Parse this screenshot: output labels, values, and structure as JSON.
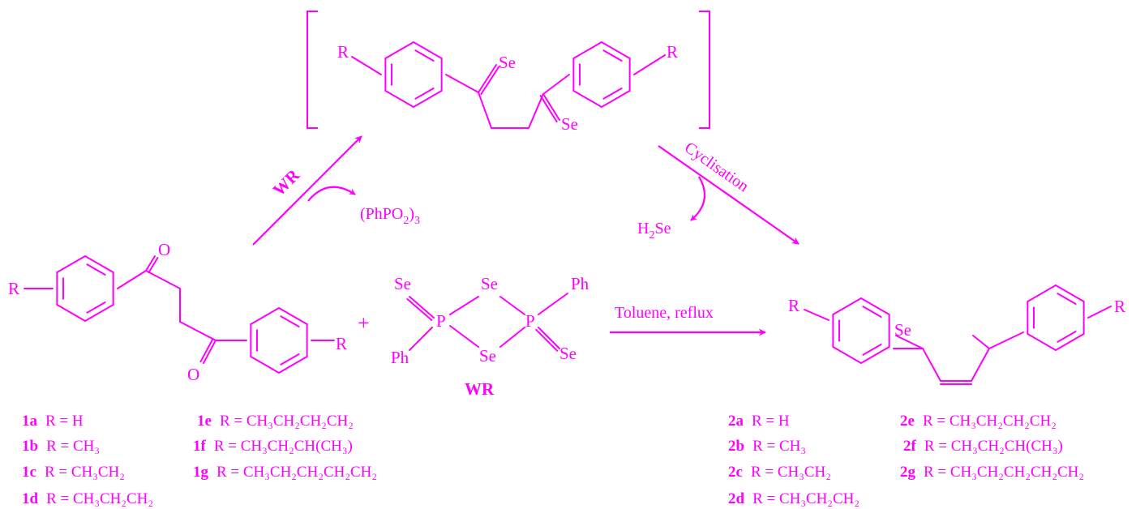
{
  "color": "#ff00ff",
  "labels": {
    "R": "R",
    "O": "O",
    "Se": "Se",
    "P": "P",
    "Ph": "Ph",
    "plus": "+",
    "WR": "WR",
    "byproduct1": "(PhPO",
    "byproduct1_sub": "2",
    "byproduct1_close": ")",
    "byproduct1_sub2": "3",
    "H": "H",
    "H_sub": "2",
    "Se_after": "Se",
    "cyclisation": "Cyclisation",
    "conditions": "Toluene, reflux"
  },
  "starting_list": [
    {
      "id": "1a",
      "text": "R = H"
    },
    {
      "id": "1b",
      "text": "R = CH₃"
    },
    {
      "id": "1c",
      "text": "R = CH₃CH₂"
    },
    {
      "id": "1d",
      "text": "R = CH₃CH₂CH₂"
    },
    {
      "id": "1e",
      "text": "R = CH₃CH₂CH₂CH₂"
    },
    {
      "id": "1f",
      "text": "R = CH₃CH₂CH(CH₃)"
    },
    {
      "id": "1g",
      "text": "R = CH₃CH₂CH₂CH₂CH₂"
    }
  ],
  "product_list": [
    {
      "id": "2a",
      "text": "R = H"
    },
    {
      "id": "2b",
      "text": "R = CH₃"
    },
    {
      "id": "2c",
      "text": "R = CH₃CH₂"
    },
    {
      "id": "2d",
      "text": "R = CH₃CH₂CH₂"
    },
    {
      "id": "2e",
      "text": "R = CH₃CH₂CH₂CH₂"
    },
    {
      "id": "2f",
      "text": "R = CH₃CH₂CH(CH₃)"
    },
    {
      "id": "2g",
      "text": "R = CH₃CH₂CH₂CH₂CH₂"
    }
  ]
}
